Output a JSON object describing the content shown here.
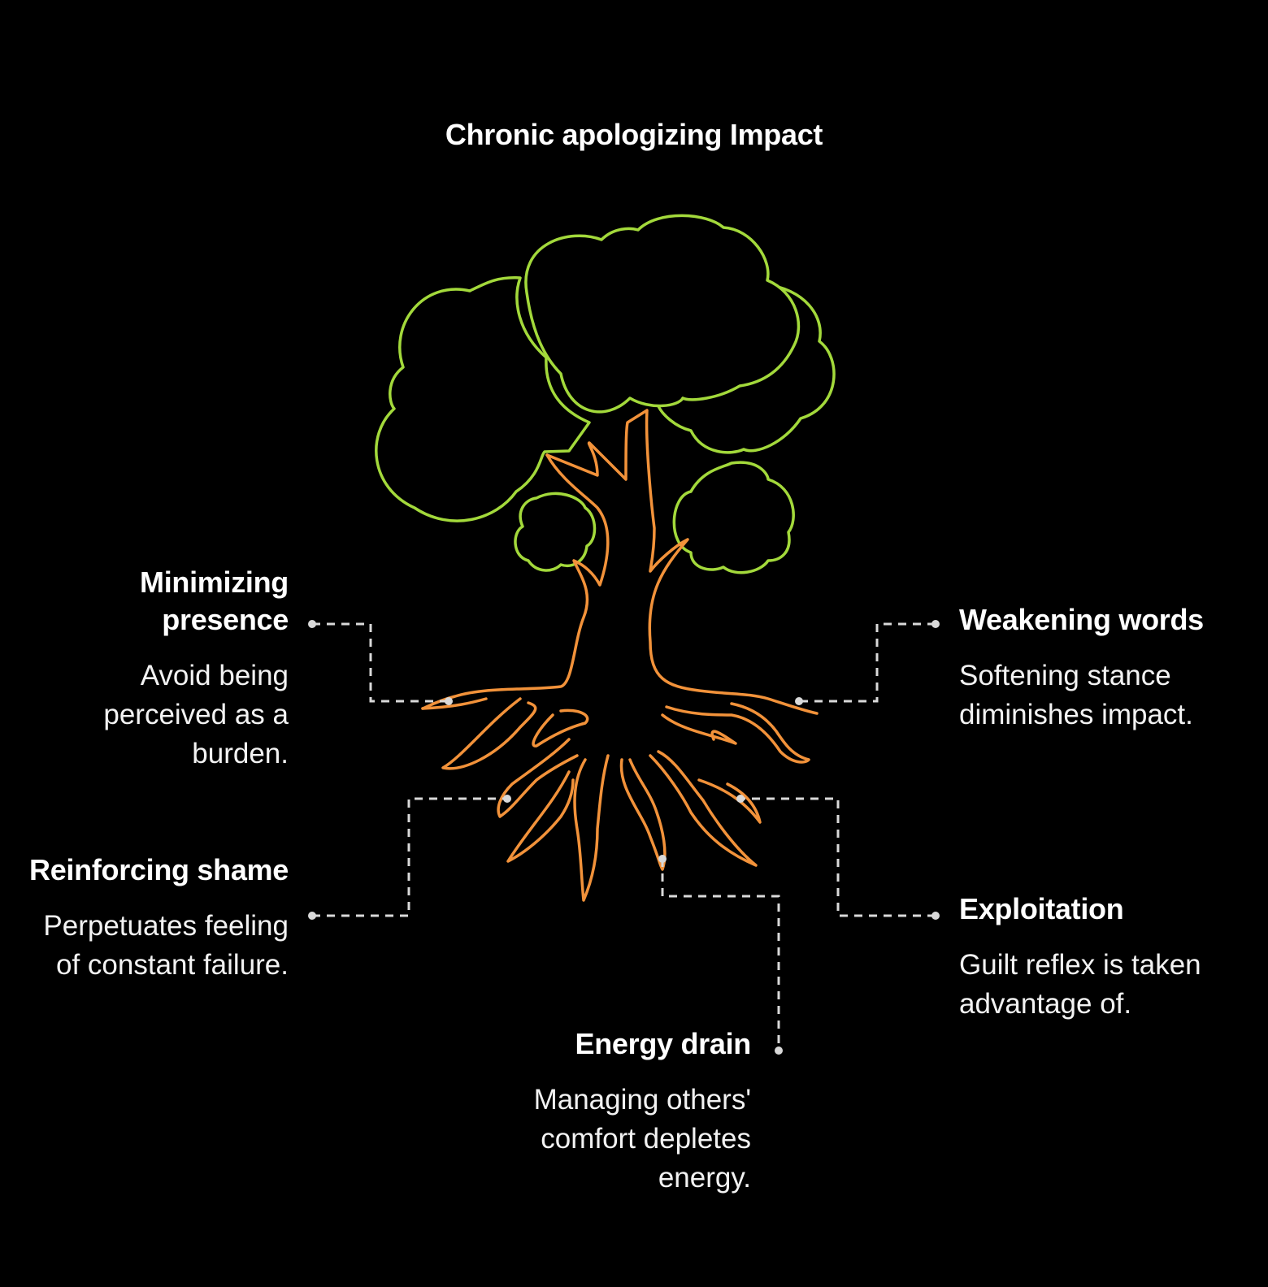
{
  "title": "Chronic apologizing Impact",
  "colors": {
    "background": "#000000",
    "canopy": "#a3d93b",
    "trunk": "#f2923a",
    "connector": "#d9d9d9",
    "text": "#ffffff"
  },
  "impacts": {
    "minimizing": {
      "heading": "Minimizing presence",
      "description": "Avoid being perceived as a burden."
    },
    "reinforcing": {
      "heading": "Reinforcing shame",
      "description": "Perpetuates feeling of constant failure."
    },
    "energy": {
      "heading": "Energy drain",
      "description": "Managing others' comfort depletes energy."
    },
    "weakening": {
      "heading": "Weakening words",
      "description": "Softening stance diminishes impact."
    },
    "exploitation": {
      "heading": "Exploitation",
      "description": "Guilt reflex is taken advantage of."
    }
  },
  "icons": {
    "tree": "tree-illustration"
  }
}
